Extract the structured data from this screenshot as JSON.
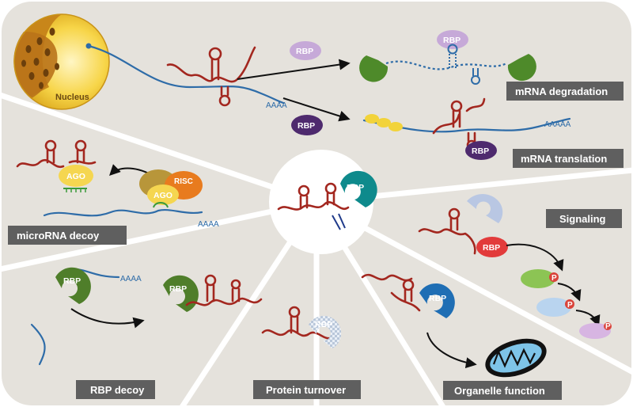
{
  "nucleus": {
    "label": "Nucleus"
  },
  "rbp_label": "RBP",
  "ago_label": "AGO",
  "risc_label": "RISC",
  "poly_a": "AAAA",
  "poly_a_long": "AAAAA",
  "phospho": "P",
  "panels": {
    "mrna_degradation": "mRNA degradation",
    "mrna_translation": "mRNA translation",
    "microrna_decoy": "microRNA decoy",
    "signaling": "Signaling",
    "rbp_decoy": "RBP decoy",
    "protein_turnover": "Protein turnover",
    "organelle_function": "Organelle function"
  },
  "colors": {
    "background": "#e5e2dc",
    "dark_label": "#5f5f5f",
    "lncrna": "#a3271f",
    "mrna": "#2e6ca8",
    "rbp_green": "#4f7e2a",
    "rbp_purple": "#4e2a6e",
    "rbp_teal": "#0e8a8c",
    "rbp_blue": "#1f6eb4"
  }
}
